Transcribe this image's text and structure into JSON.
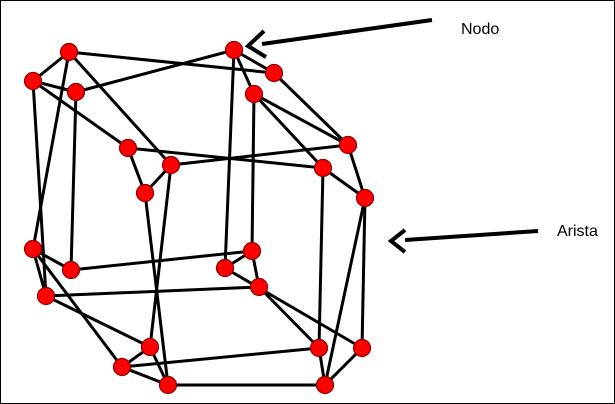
{
  "diagram": {
    "colors": {
      "node_fill": "#ff0000",
      "node_stroke": "#8b0000",
      "edge": "#000000",
      "border": "#000000",
      "background": "#ffffff"
    },
    "labels": {
      "node": "Nodo",
      "edge": "Arista"
    },
    "node_count": 24
  }
}
